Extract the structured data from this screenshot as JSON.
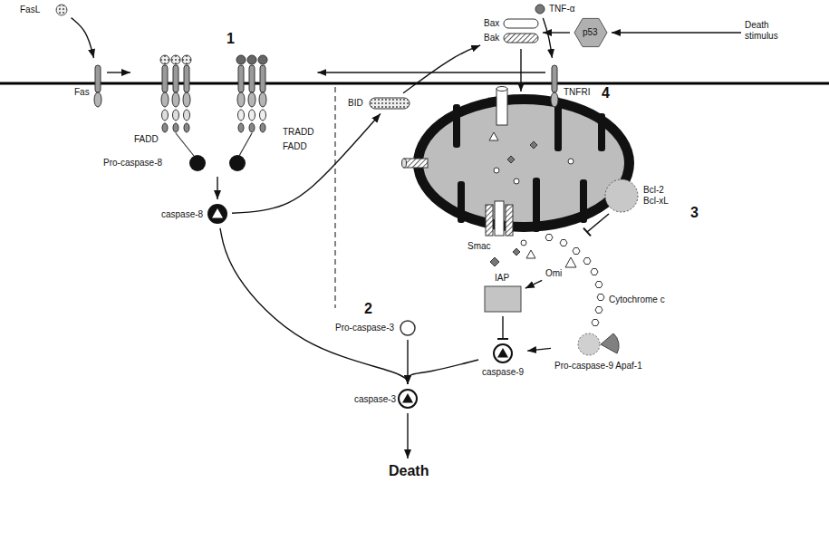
{
  "diagram": {
    "nodes": [
      {
        "text": [
          "FasL"
        ]
      },
      {
        "text": [
          "TNF-α"
        ]
      },
      {
        "text": [
          "Fas"
        ]
      },
      {
        "text": [
          "TNFRI"
        ]
      },
      {
        "text": [
          "FADD",
          "TRADD",
          "FADD"
        ]
      },
      {
        "text": [
          "Pro-caspase-8"
        ]
      },
      {
        "text": [
          "caspase-8"
        ]
      },
      {
        "text": [
          "BID"
        ]
      },
      {
        "text": [
          "Bax",
          "Bak"
        ]
      },
      {
        "text": [
          "p53"
        ]
      },
      {
        "text": [
          "Death stimulus"
        ]
      },
      {
        "text": [
          "Bcl-2 Bcl-xL"
        ]
      },
      {
        "text": [
          "Smac"
        ]
      },
      {
        "text": [
          "Omi"
        ]
      },
      {
        "text": [
          "Cytochrome c"
        ]
      },
      {
        "text": [
          "IAP"
        ]
      },
      {
        "text": [
          "Pro-caspase-9 Apaf-1"
        ]
      },
      {
        "text": [
          "Pro-caspase-3"
        ]
      },
      {
        "text": [
          "caspase-9"
        ]
      },
      {
        "text": [
          "caspase-3"
        ]
      },
      {
        "text": [
          "Death"
        ]
      }
    ],
    "edges": [
      {
        "from": 0,
        "to": 2,
        "arrow": "to"
      },
      {
        "from": 1,
        "to": 3,
        "arrow": "to"
      },
      {
        "from": 2,
        "to": 4,
        "arrow": "to"
      },
      {
        "from": 3,
        "to": 4,
        "arrow": "to"
      },
      {
        "from": 5,
        "to": 6,
        "arrow": "to"
      },
      {
        "from": 6,
        "to": 7,
        "arrow": "to"
      },
      {
        "from": 7,
        "to": 8,
        "arrow": "to"
      },
      {
        "from": 9,
        "to": 8,
        "arrow": "to"
      },
      {
        "from": 10,
        "to": 9,
        "arrow": "to"
      },
      {
        "from": 13,
        "to": 15,
        "arrow": "to"
      },
      {
        "from": 15,
        "to": 18,
        "arrow": "to"
      },
      {
        "from": 16,
        "to": 18,
        "arrow": "to"
      },
      {
        "from": 18,
        "to": 19,
        "arrow": "to"
      },
      {
        "from": 6,
        "to": 19,
        "arrow": "to"
      },
      {
        "from": 17,
        "to": 19,
        "arrow": "to"
      },
      {
        "from": 19,
        "to": 20,
        "arrow": "to"
      }
    ],
    "labels": [
      "1",
      "2",
      "3",
      "4"
    ]
  }
}
